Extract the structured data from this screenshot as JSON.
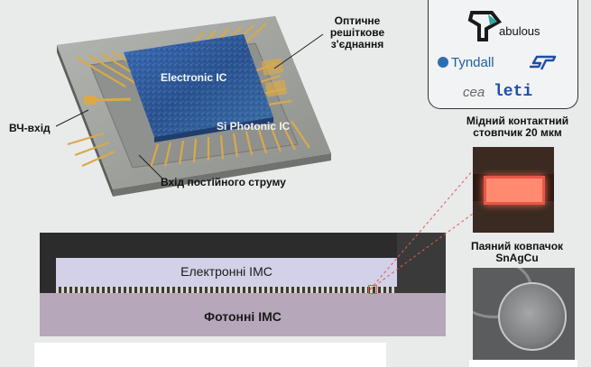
{
  "chip": {
    "electronic_ic": "Electronic IC",
    "photonic_ic": "Si Photonic IC"
  },
  "labels": {
    "rf_input": "ВЧ-вхід",
    "dc_input": "Вхід постійного струму",
    "optical_grating_line1": "Оптичне",
    "optical_grating_line2": "решіткове",
    "optical_grating_line3": "з'єднання",
    "copper_pillar_line1": "Мідний контактний",
    "copper_pillar_line2": "стовпчик 20 мкм",
    "solder_cap_line1": "Паяний ковпачок",
    "solder_cap_line2": "SnAgCu"
  },
  "cross_section": {
    "electronic_imc": "Електронні IMC",
    "photonic_imc": "Фотонні IMC"
  },
  "logos": {
    "fabulous": "abulous",
    "tyndall": "Tyndall",
    "st": "ST",
    "cea": "cea",
    "leti": "leti"
  },
  "colors": {
    "chip_blue": "#2f5aa0",
    "substrate": "#9a9c98",
    "gold_trace": "#d9a94a",
    "copper_red": "#e8564a",
    "tyndall_blue": "#2a6fb5",
    "leti_blue": "#1d4fa8"
  }
}
